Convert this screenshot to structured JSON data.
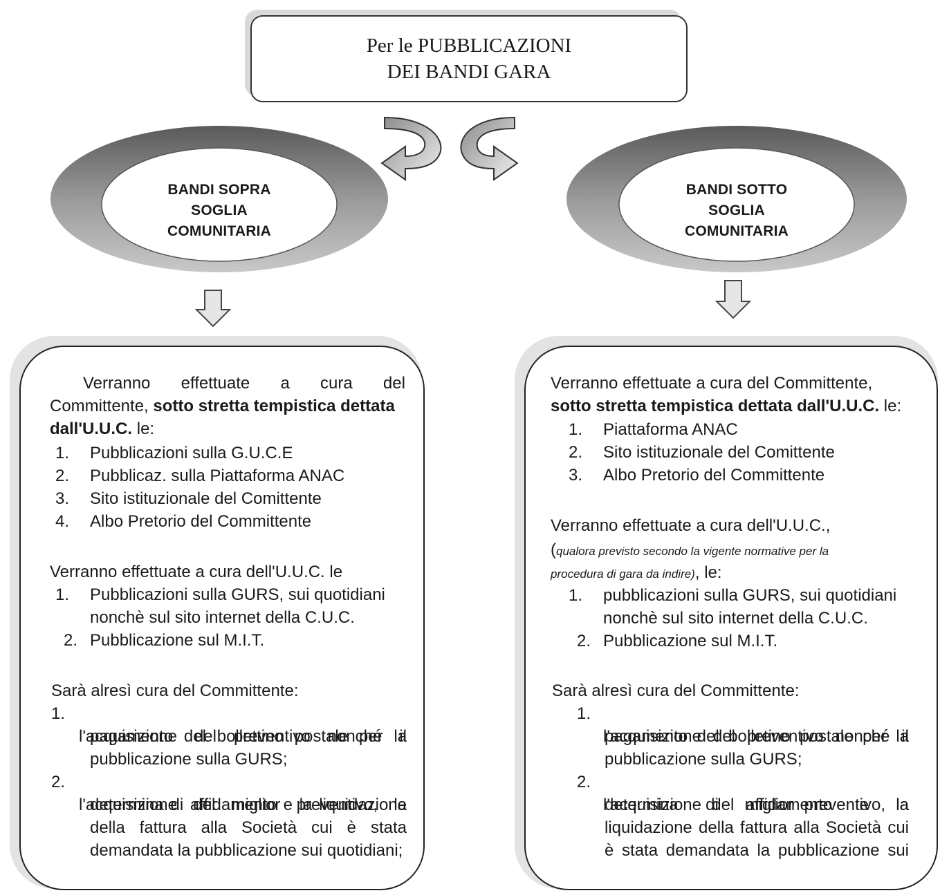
{
  "title": {
    "line1": "Per le  PUBBLICAZIONI",
    "line2": "DEI BANDI GARA"
  },
  "left": {
    "heading": [
      "BANDI SOPRA",
      "SOGLIA",
      "COMUNITARIA"
    ],
    "intro_words": [
      "Verranno",
      "effettuate",
      "a",
      "cura",
      "del"
    ],
    "intro_line2_plain": "Committente, ",
    "intro_line2_bold": "sotto stretta tempistica dettata",
    "intro_line3_bold": "dall'U.U.C.",
    "intro_line3_plain": " le:",
    "list1": [
      {
        "num": "1.",
        "text": "Pubblicazioni  sulla G.U.C.E"
      },
      {
        "num": "2.",
        "text": "Pubblicaz. sulla Piattaforma ANAC"
      },
      {
        "num": "3.",
        "text": "Sito istituzionale del Comittente"
      },
      {
        "num": "4.",
        "text": "Albo Pretorio del Committente"
      }
    ],
    "section2_heading": "Verranno effettuate a cura dell'U.U.C. le",
    "list2": [
      {
        "num": "1.",
        "lines": [
          "Pubblicazioni sulla GURS,  sui quotidiani",
          "nonchè sul sito internet della C.U.C."
        ]
      },
      {
        "num": "2.",
        "lines": [
          "Pubblicazione sul M.I.T."
        ]
      }
    ],
    "section3_heading": "Sarà alresì cura del Committente:",
    "list3": [
      {
        "num": "1.",
        "first": "l'acquisizione del preventivo nonché il",
        "rest": [
          "pagamento del bollettino postale per la",
          "pubblicazione sulla GURS;"
        ]
      },
      {
        "num": "2.",
        "first": "l'acquisizione del miglior preventivo, la",
        "rest": [
          "determina di affidamento e la liquidazione",
          "della fattura alla Società cui è stata",
          "demandata la pubblicazione sui quotidiani;"
        ]
      }
    ]
  },
  "right": {
    "heading": [
      "BANDI SOTTO",
      "SOGLIA",
      "COMUNITARIA"
    ],
    "intro_line1": "Verranno effettuate a cura del Committente,",
    "intro_line2_bold": "sotto stretta tempistica dettata dall'U.U.C.",
    "intro_line2_plain": " le:",
    "list1": [
      {
        "num": "1.",
        "text": "Piattaforma ANAC"
      },
      {
        "num": "2.",
        "text": "Sito istituzionale del Comittente"
      },
      {
        "num": "3.",
        "text": "Albo Pretorio del Committente"
      }
    ],
    "section2_heading": "Verranno effettuate a cura dell'U.U.C.,",
    "section2_note_open": "(",
    "section2_note_italic1": "qualora previsto  secondo la vigente normative per la",
    "section2_note_italic2": "procedura di gara da indire)",
    "section2_note_end": ", le:",
    "list2": [
      {
        "num": "1.",
        "lines": [
          "pubblicazioni sulla GURS,  sui quotidiani",
          "nonchè sul sito internet della C.U.C."
        ]
      },
      {
        "num": "2.",
        "lines": [
          "Pubblicazione sul M.I.T."
        ]
      }
    ],
    "section3_heading": "Sarà alresì cura del Committente:",
    "list3": [
      {
        "num": "1.",
        "first": "l'acquisizione del preventivo nonché il",
        "rest": [
          "pagamento del bolletino postale per la",
          "pubblicazione sulla GURS;"
        ]
      },
      {
        "num": "2.",
        "first": "l'acquisizione del miglior preventivo, la",
        "rest": [
          "determina di affidamento e la",
          "liquidazione della fattura alla Società cui",
          "è stata demandata la pubblicazione sui"
        ]
      }
    ]
  }
}
